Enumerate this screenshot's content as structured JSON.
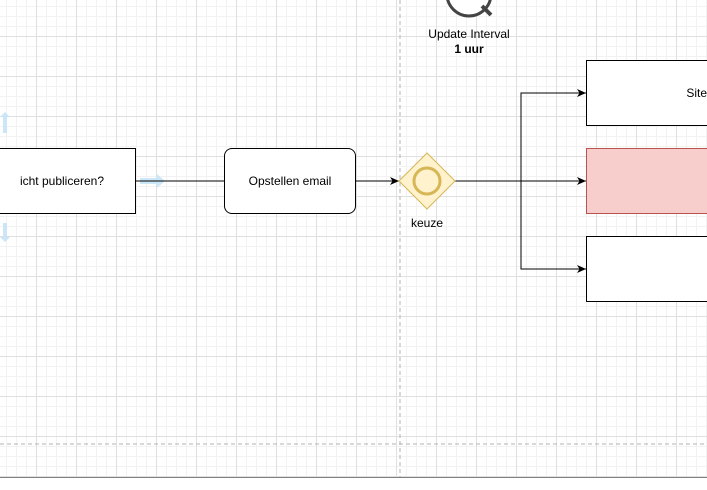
{
  "diagram": {
    "nodes": {
      "publish_task": {
        "label": "icht publiceren?"
      },
      "compose_email": {
        "label": "Opstellen email"
      },
      "gateway": {
        "label": "keuze"
      },
      "target_top": {
        "label": "Site"
      },
      "target_middle": {
        "label": ""
      },
      "target_bottom": {
        "label": ""
      }
    },
    "timer_event": {
      "title": "Update Interval",
      "value": "1 uur"
    }
  },
  "colors": {
    "gateway_fill": "#fff2cc",
    "gateway_stroke": "#d6b656",
    "highlight_fill": "#f8cecc",
    "highlight_stroke": "#b85450",
    "selection_hint": "#c7e4f7"
  }
}
